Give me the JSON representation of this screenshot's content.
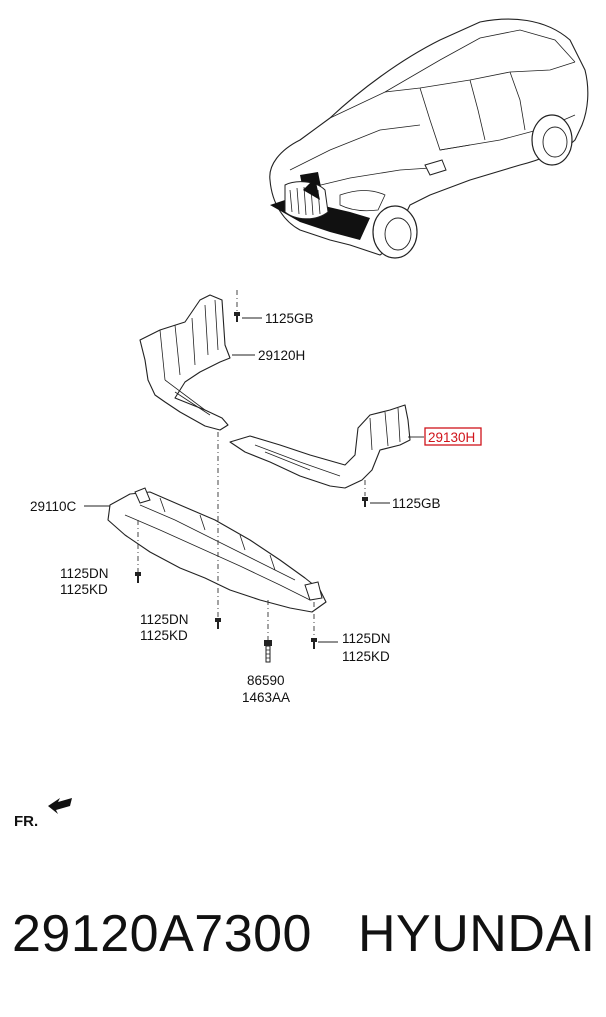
{
  "labels": {
    "bolt_top": "1125GB",
    "part_upper_left": "29120H",
    "part_upper_right": "29130H",
    "bolt_right": "1125GB",
    "part_main": "29110C",
    "bolt_left_a": "1125DN",
    "bolt_left_b": "1125KD",
    "bolt_mid_a": "1125DN",
    "bolt_mid_b": "1125KD",
    "bolt_rr_a": "1125DN",
    "bolt_rr_b": "1125KD",
    "clip_a": "86590",
    "clip_b": "1463AA",
    "front_marker": "FR."
  },
  "highlight_color": "#d0141b",
  "footer": {
    "part_number": "29120A7300",
    "brand": "HYUNDAI"
  }
}
